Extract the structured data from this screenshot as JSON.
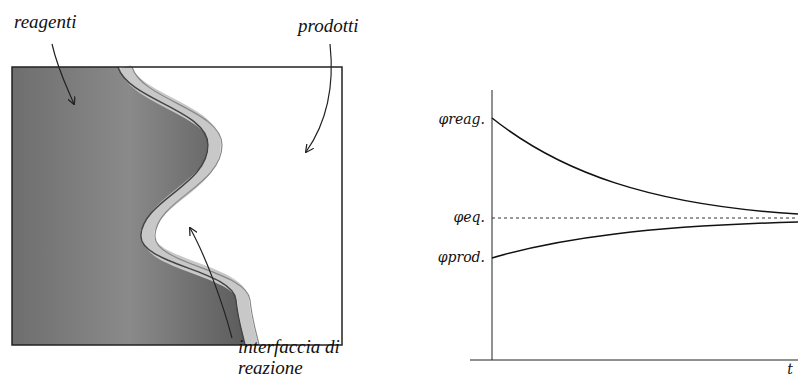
{
  "diagram": {
    "labels": [
      "reagenti",
      "prodotti",
      "interfaccia di reazione",
      "φreag.",
      "φeq.",
      "φprod.",
      "t"
    ]
  }
}
